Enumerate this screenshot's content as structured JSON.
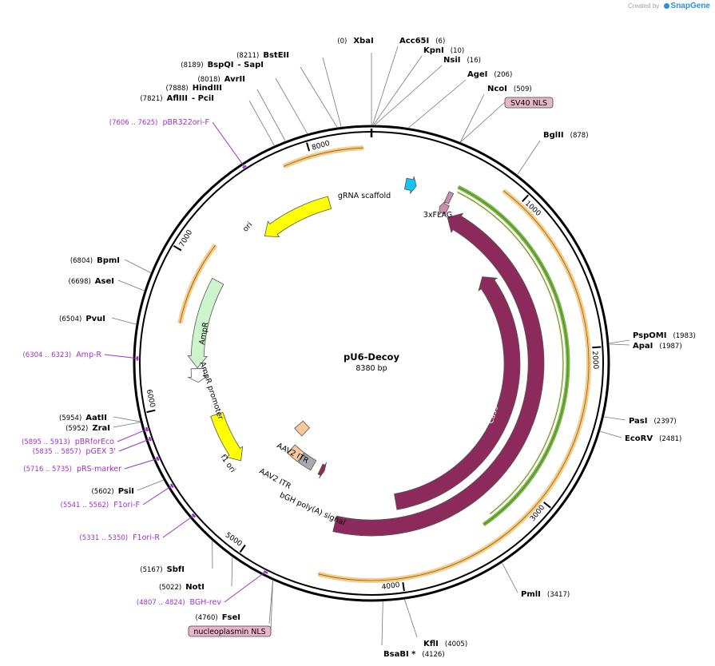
{
  "credit": {
    "created_by": "Created by",
    "brand": "SnapGene"
  },
  "plasmid": {
    "name": "pU6-Decoy",
    "length_label": "8380 bp",
    "length": 8380
  },
  "colors": {
    "cas9": "#8d2a5c",
    "amp": "#ccf5cc",
    "ori": "#ffff00",
    "scaffold": "#13c5f0",
    "itr": "#f9c89a",
    "bgh": "#a8aab0",
    "flag": "#c78eb0",
    "nls": "#e9b5c9",
    "primer": "#a030c8",
    "primer_bind": "#f5c36e",
    "green": "#4fb024"
  },
  "ticks": [
    {
      "bp": 1000,
      "label": "1000"
    },
    {
      "bp": 2000,
      "label": "2000"
    },
    {
      "bp": 3000,
      "label": "3000"
    },
    {
      "bp": 4000,
      "label": "4000"
    },
    {
      "bp": 5000,
      "label": "5000"
    },
    {
      "bp": 6000,
      "label": "6000"
    },
    {
      "bp": 7000,
      "label": "7000"
    },
    {
      "bp": 8000,
      "label": "8000"
    }
  ],
  "enzymes": [
    {
      "name": "XbaI",
      "pos": "(0)",
      "bp": 0
    },
    {
      "name": "Acc65I",
      "pos": "(6)",
      "bp": 6
    },
    {
      "name": "KpnI",
      "pos": "(10)",
      "bp": 10
    },
    {
      "name": "NsiI",
      "pos": "(16)",
      "bp": 16
    },
    {
      "name": "AgeI",
      "pos": "(206)",
      "bp": 206
    },
    {
      "name": "NcoI",
      "pos": "(509)",
      "bp": 509
    },
    {
      "name": "BglII",
      "pos": "(878)",
      "bp": 878
    },
    {
      "name": "PspOMI",
      "pos": "(1983)",
      "bp": 1983
    },
    {
      "name": "ApaI",
      "pos": "(1987)",
      "bp": 1987
    },
    {
      "name": "PasI",
      "pos": "(2397)",
      "bp": 2397
    },
    {
      "name": "EcoRV",
      "pos": "(2481)",
      "bp": 2481
    },
    {
      "name": "PmlI",
      "pos": "(3417)",
      "bp": 3417
    },
    {
      "name": "KflI",
      "pos": "(4005)",
      "bp": 4005
    },
    {
      "name": "BsaBI *",
      "pos": "(4126)",
      "bp": 4126
    },
    {
      "name": "FseI",
      "pos": "(4760)",
      "bp": 4760
    },
    {
      "name": "NotI",
      "pos": "(5022)",
      "bp": 5022
    },
    {
      "name": "SbfI",
      "pos": "(5167)",
      "bp": 5167
    },
    {
      "name": "PsiI",
      "pos": "(5602)",
      "bp": 5602
    },
    {
      "name": "ZraI",
      "pos": "(5952)",
      "bp": 5952
    },
    {
      "name": "AatII",
      "pos": "(5954)",
      "bp": 5954
    },
    {
      "name": "PvuI",
      "pos": "(6504)",
      "bp": 6504
    },
    {
      "name": "AseI",
      "pos": "(6698)",
      "bp": 6698
    },
    {
      "name": "BpmI",
      "pos": "(6804)",
      "bp": 6804
    },
    {
      "name": "AflIII",
      "pos": "(7821)",
      "bp": 7821,
      "suffix": "- PciI"
    },
    {
      "name": "HindIII",
      "pos": "(7888)",
      "bp": 7888
    },
    {
      "name": "AvrII",
      "pos": "(8018)",
      "bp": 8018
    },
    {
      "name": "BspQI",
      "pos": "(8189)",
      "bp": 8189,
      "suffix": "- SapI"
    },
    {
      "name": "BstEII",
      "pos": "(8211)",
      "bp": 8211
    }
  ],
  "primers": [
    {
      "name": "pBR322ori-F",
      "pos": "(7606 .. 7625)",
      "bp": 7615
    },
    {
      "name": "Amp-R",
      "pos": "(6304 .. 6323)",
      "bp": 6313
    },
    {
      "name": "pBRforEco",
      "pos": "(5895 .. 5913)",
      "bp": 5904
    },
    {
      "name": "pGEX 3'",
      "pos": "(5835 .. 5857)",
      "bp": 5846
    },
    {
      "name": "pRS-marker",
      "pos": "(5716 .. 5735)",
      "bp": 5725
    },
    {
      "name": "F1ori-F",
      "pos": "(5541 .. 5562)",
      "bp": 5551
    },
    {
      "name": "F1ori-R",
      "pos": "(5331 .. 5350)",
      "bp": 5340
    },
    {
      "name": "BGH-rev",
      "pos": "(4807 .. 4824)",
      "bp": 4815
    }
  ],
  "boxed_labels": [
    {
      "name": "SV40 NLS",
      "bp": 509
    },
    {
      "name": "nucleoplasmin NLS",
      "bp": 4760
    }
  ],
  "features": [
    {
      "name": "Cas9",
      "start": 640,
      "end": 4490,
      "dir": -1,
      "color": "#8d2a5c",
      "ring": 1
    },
    {
      "name": "Cas9",
      "start": 1210,
      "end": 3960,
      "dir": -1,
      "color": "#8d2a5c",
      "ring": 2
    },
    {
      "name": "3xFLAG",
      "start": 546,
      "end": 612,
      "dir": -1,
      "color": "#c78eb0",
      "ring": 1
    },
    {
      "name": "gRNA scaffold",
      "start": 250,
      "end": 330,
      "dir": 1,
      "color": "#13c5f0",
      "ring": 3
    },
    {
      "name": "ori",
      "start": 7450,
      "end": 8040,
      "dir": -1,
      "color": "#ffff00",
      "ring": 3
    },
    {
      "name": "AmpR",
      "start": 6250,
      "end": 6940,
      "dir": -1,
      "color": "#ccf5cc",
      "ring": 3
    },
    {
      "name": "AmpR promoter",
      "start": 6140,
      "end": 6245,
      "dir": -1,
      "color": "#ffffff",
      "ring": 3
    },
    {
      "name": "f1 ori",
      "start": 5430,
      "end": 5860,
      "dir": -1,
      "color": "#ffff00",
      "ring": 3
    },
    {
      "name": "AAV2 ITR",
      "start": 5210,
      "end": 5350,
      "dir": 0,
      "color": "#f9c89a",
      "ring": 2
    },
    {
      "name": "AAV2 ITR",
      "start": 5050,
      "end": 5195,
      "dir": 0,
      "color": "#f9c89a",
      "ring": 1
    },
    {
      "name": "bGH poly(A) signal",
      "start": 4880,
      "end": 5040,
      "dir": 0,
      "color": "#a8aab0",
      "ring": 1
    }
  ]
}
